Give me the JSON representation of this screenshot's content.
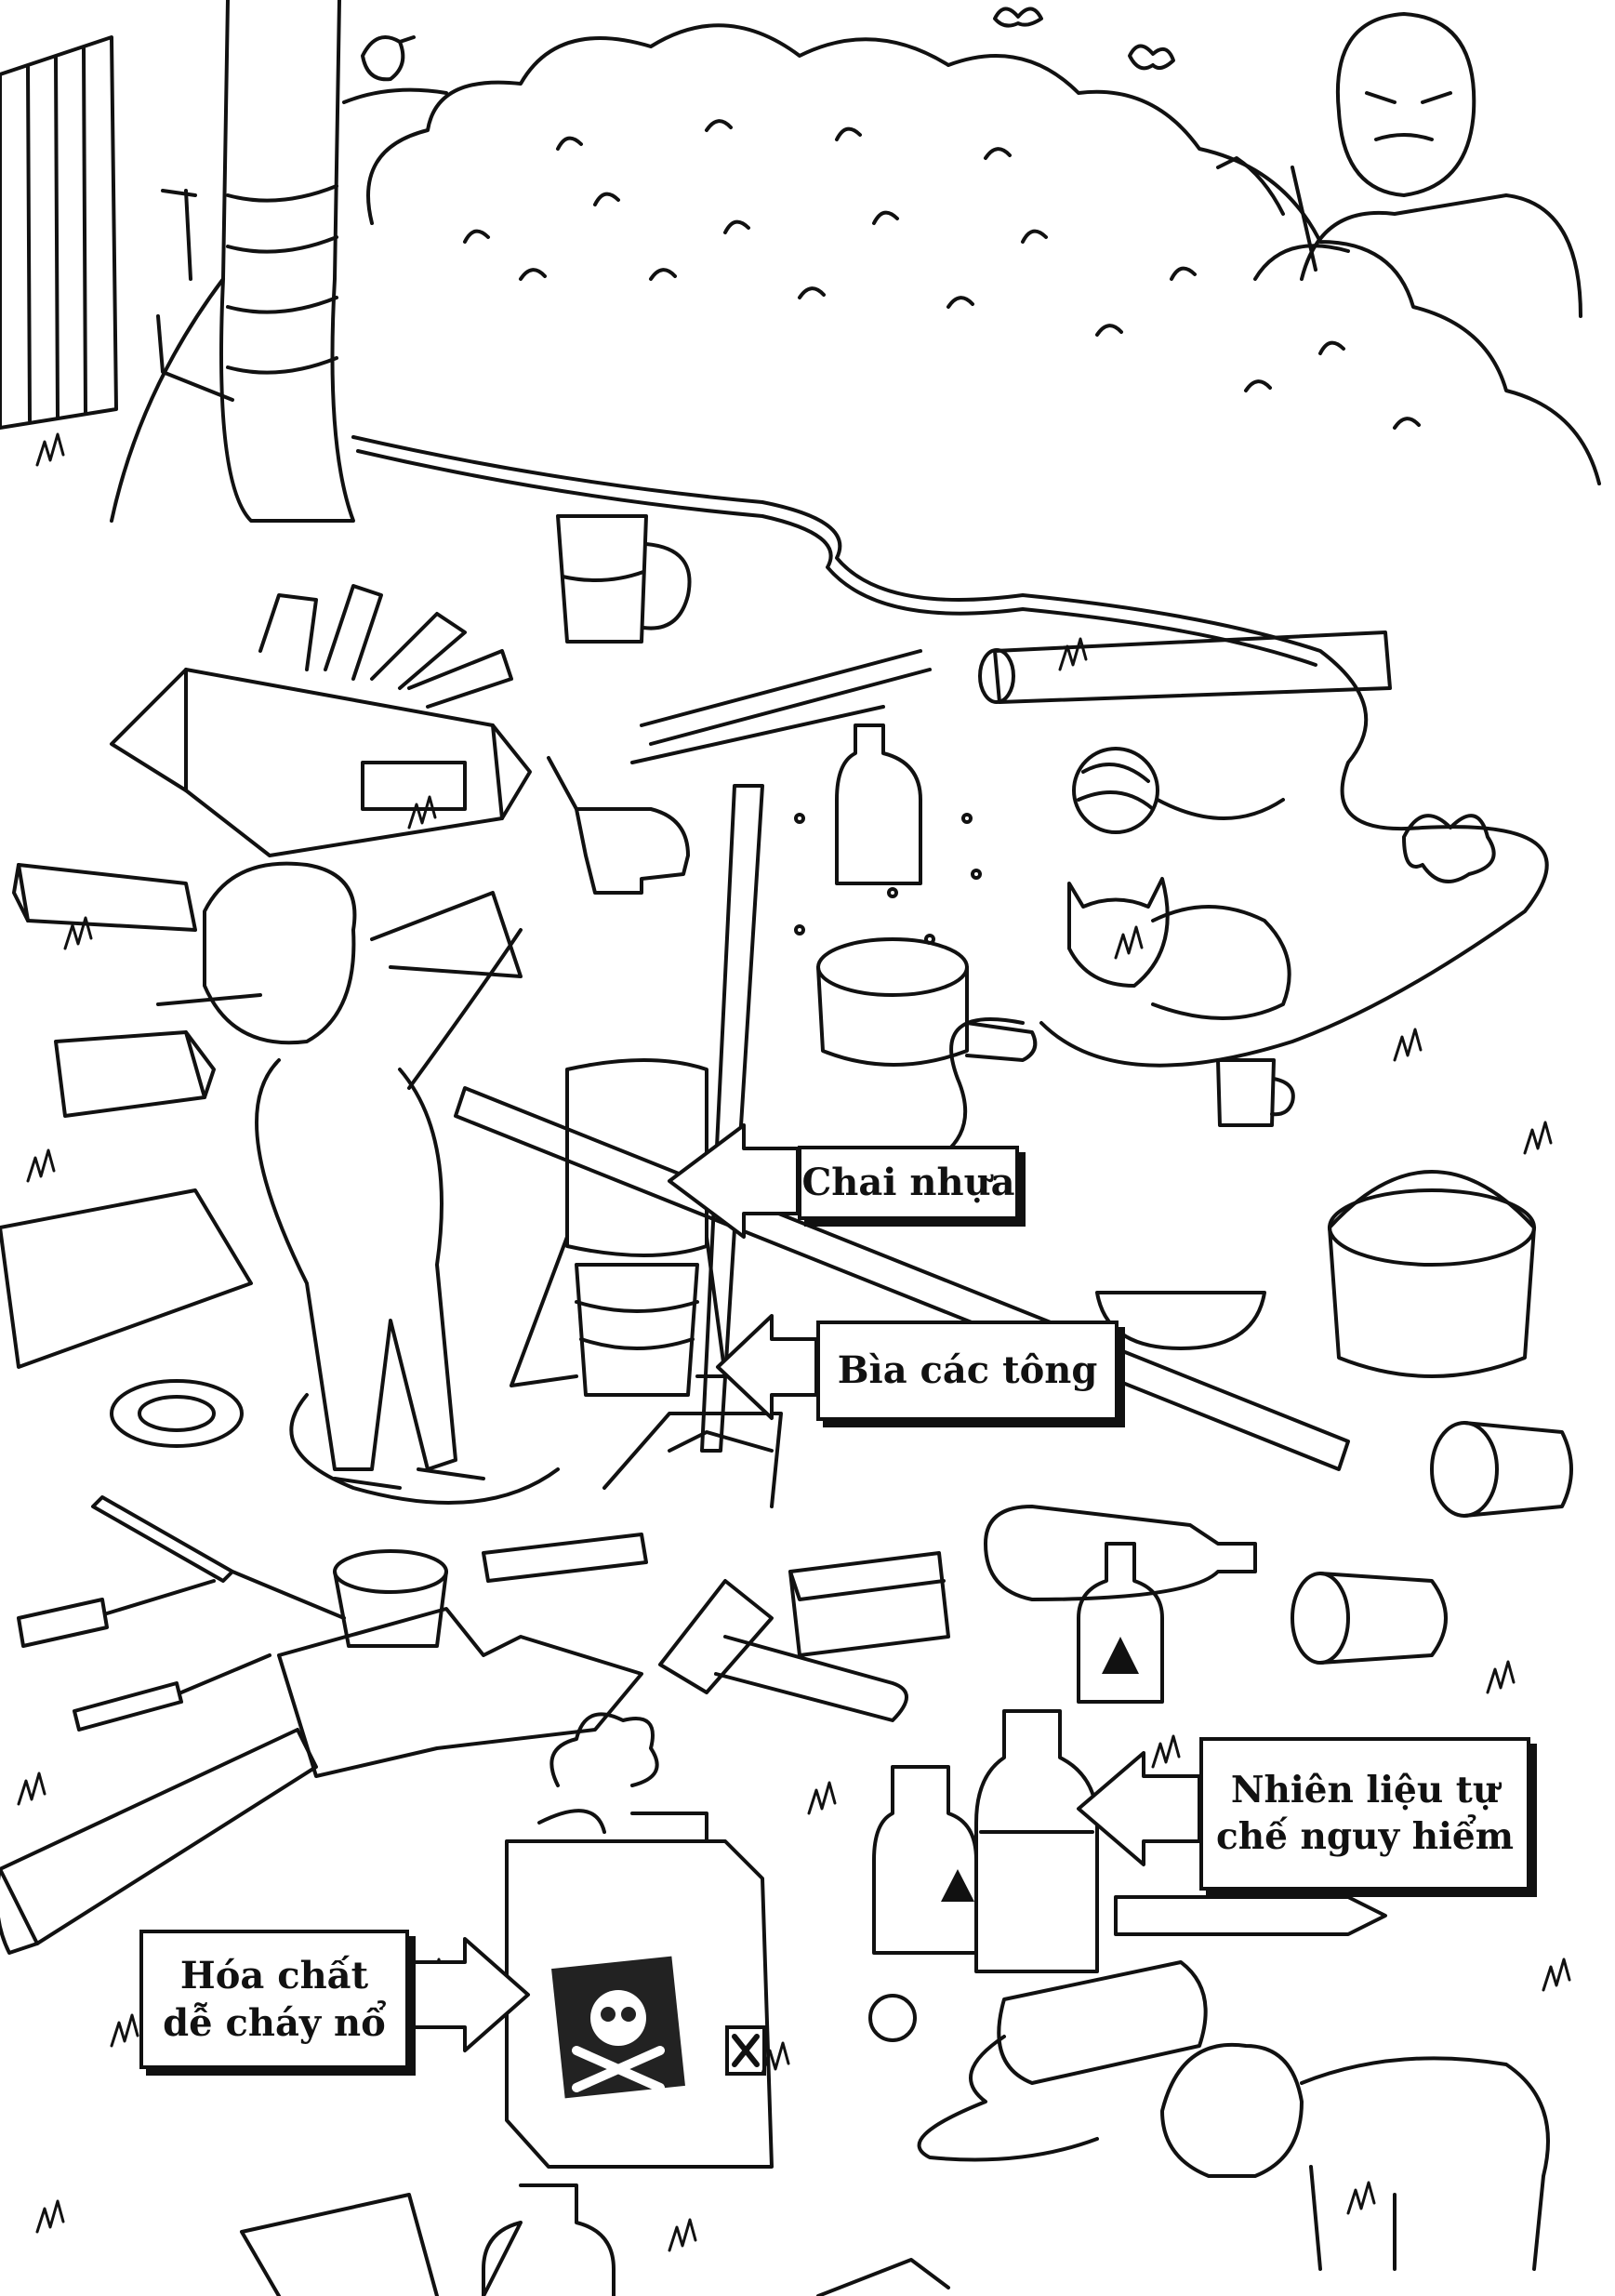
{
  "labels": {
    "plastic_bottle": "Chai nhựa",
    "cardboard": "Bìa các tông",
    "fuel_line1": "Nhiên liệu tự",
    "fuel_line2": "chế nguy hiểm",
    "chemical_line1": "Hóa chất",
    "chemical_line2": "dễ cháy nổ"
  },
  "colors": {
    "ink": "#111111",
    "paper": "#ffffff"
  },
  "icons": [
    "skull-crossbones-icon",
    "x-hazard-icon",
    "warning-triangle-icon",
    "butterfly-icon",
    "bird-icon"
  ]
}
